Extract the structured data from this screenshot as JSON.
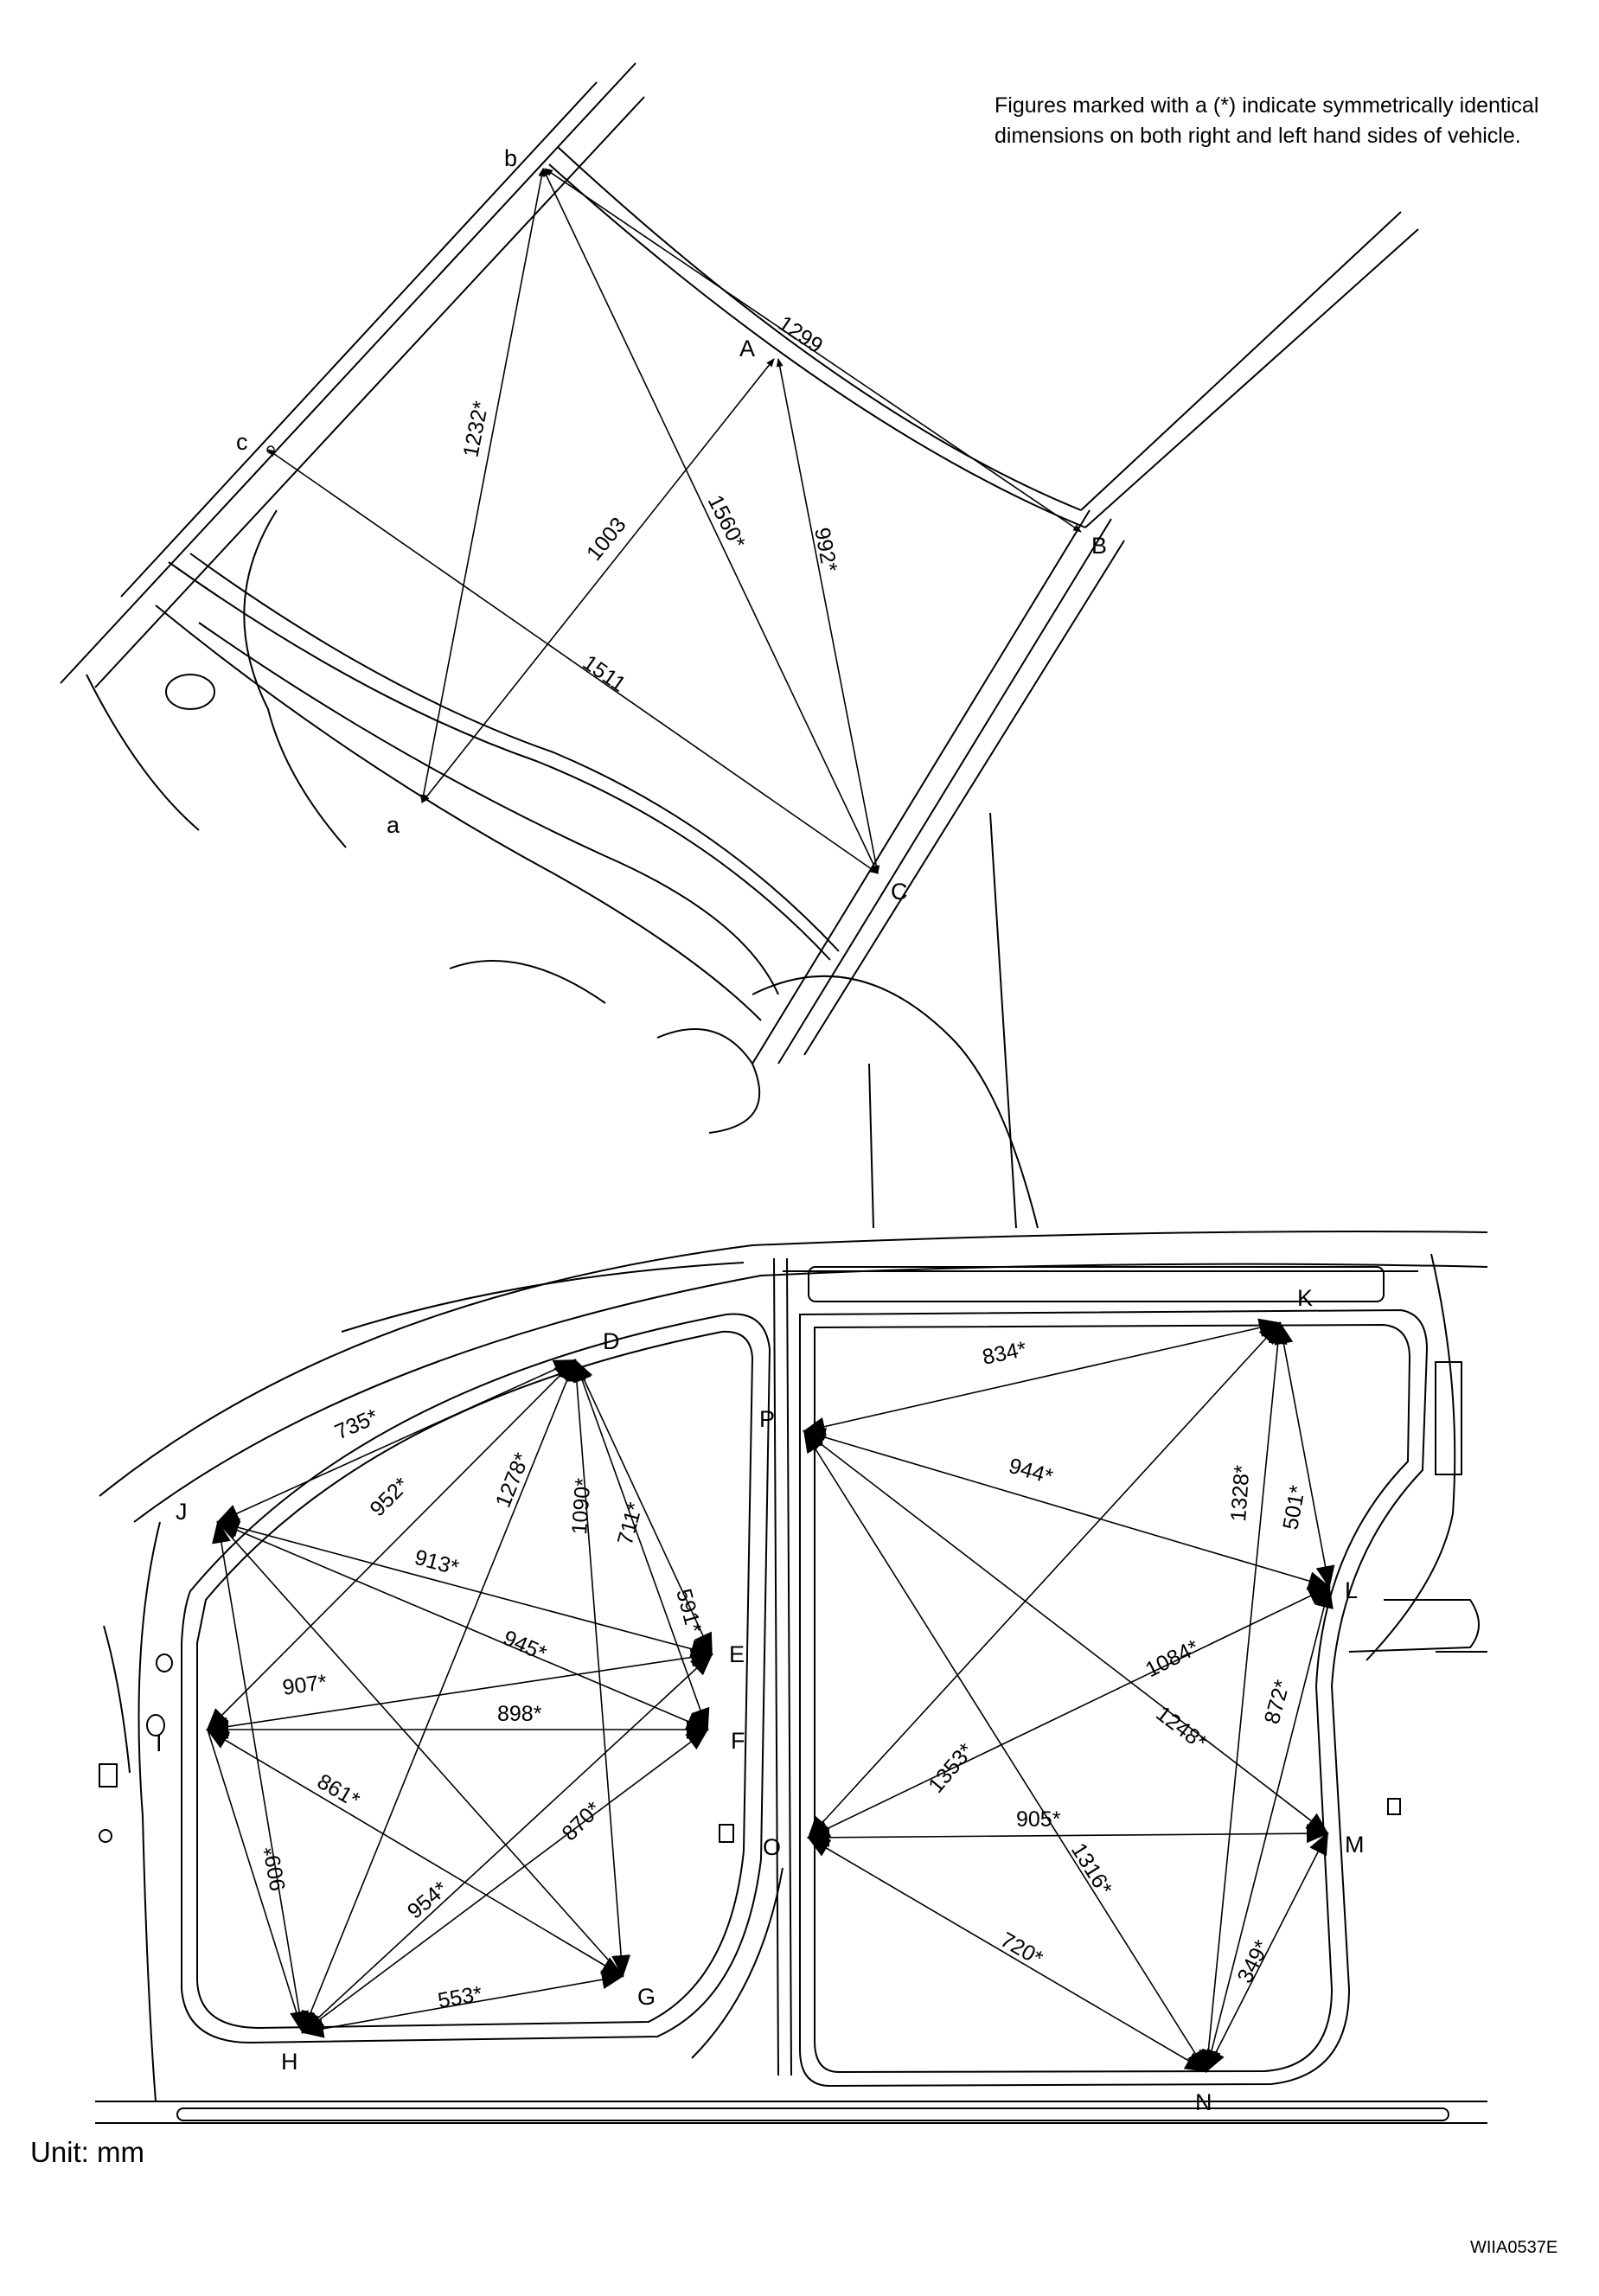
{
  "note": "Figures marked with a (*) indicate symmetrically identical dimensions on both right and left hand sides of vehicle.",
  "unit": "Unit: mm",
  "figure_code": "WIIA0537E",
  "points": {
    "A": "A",
    "B": "B",
    "C": "C",
    "a": "a",
    "b": "b",
    "c": "c",
    "D": "D",
    "E": "E",
    "F": "F",
    "G": "G",
    "H": "H",
    "I": "I",
    "J": "J",
    "K": "K",
    "L": "L",
    "M": "M",
    "N": "N",
    "O": "O",
    "P": "P"
  },
  "dimensions": {
    "b_B": "1299",
    "b_a": "1232*",
    "b_C": "1560*",
    "A_a": "1003",
    "A_C": "992*",
    "c_C": "1511",
    "D_J": "735*",
    "D_I": "952*",
    "D_H": "1278*",
    "D_G": "1090*",
    "D_E": "711*",
    "D_F": "591*",
    "J_E": "913*",
    "J_F": "945*",
    "I_E": "907*",
    "I_F": "898*",
    "I_G": "861*",
    "J_H": "909*",
    "H_E": "870*",
    "H_F": "954*",
    "H_G": "553*",
    "P_K": "834*",
    "P_L": "944*",
    "K_O": "1353*",
    "K_N": "1328*",
    "K_L": "501*",
    "O_L": "1084*",
    "P_M": "1248*",
    "L_N": "872*",
    "P_N": "1316*",
    "O_M": "905*",
    "O_N": "720*",
    "N_M": "349*"
  }
}
